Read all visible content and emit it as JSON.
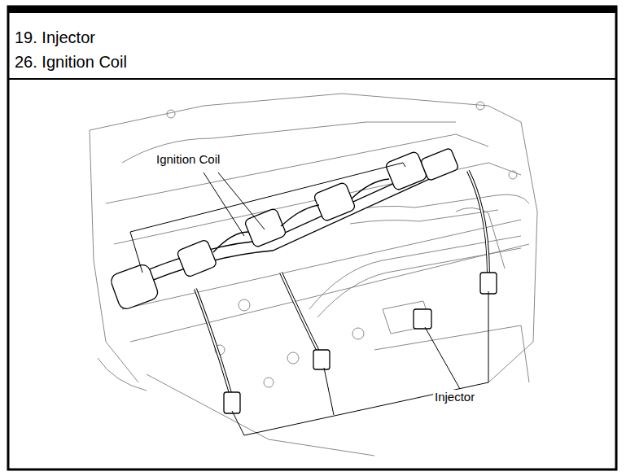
{
  "diagram": {
    "labels": [
      "19. Injector",
      "26. Ignition Coil",
      "Ignition Coil",
      "Injector"
    ]
  }
}
